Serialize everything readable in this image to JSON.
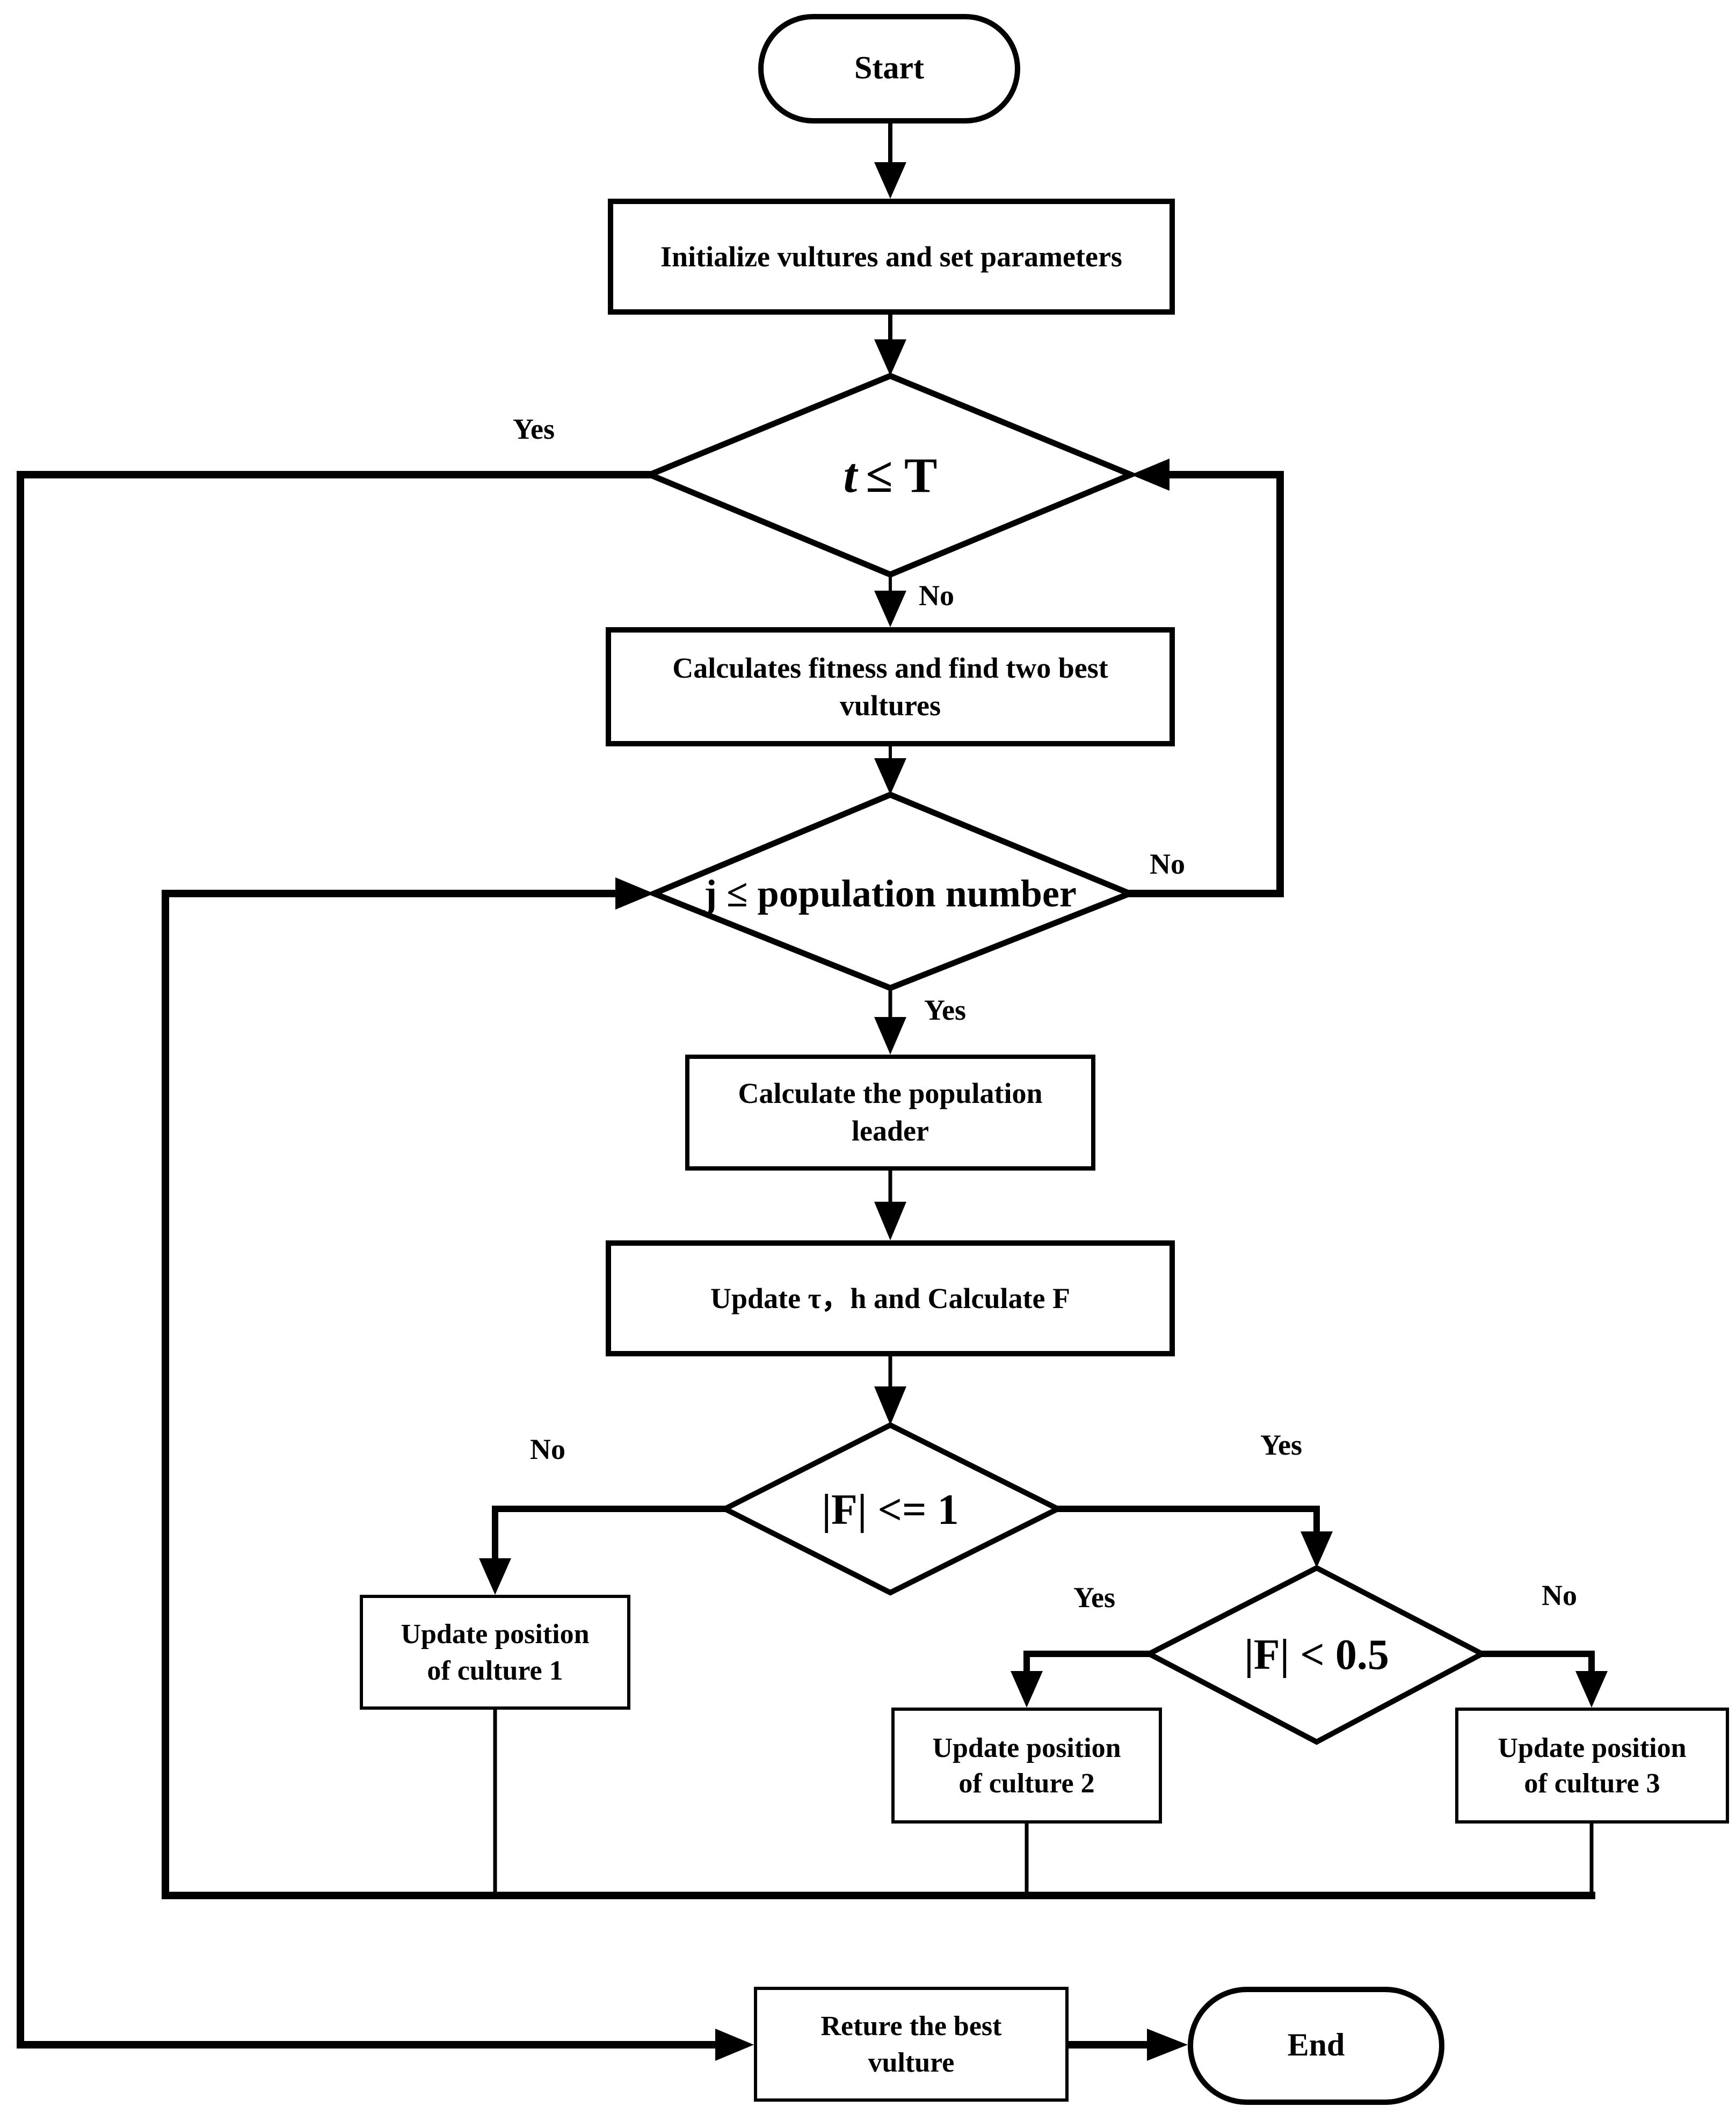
{
  "flowchart": {
    "nodes": {
      "start": {
        "label": "Start"
      },
      "init": {
        "label": "Initialize vultures and set parameters"
      },
      "cond_t": {
        "var": "t",
        "rest": "≤ T"
      },
      "fitness": {
        "line1": "Calculates fitness and find two best",
        "line2": "vultures"
      },
      "cond_j": {
        "label": "j ≤ population number"
      },
      "leader": {
        "line1": "Calculate the population",
        "line2": "leader"
      },
      "update_f": {
        "label": "Update τ，h and Calculate F"
      },
      "cond_f1": {
        "label": "|F| <= 1"
      },
      "cond_f2": {
        "label": "|F| < 0.5"
      },
      "culture1": {
        "line1": "Update position",
        "line2": "of culture 1"
      },
      "culture2": {
        "line1": "Update position",
        "line2": "of culture 2"
      },
      "culture3": {
        "line1": "Update position",
        "line2": "of culture 3"
      },
      "return": {
        "line1": "Reture the best",
        "line2": "vulture"
      },
      "end": {
        "label": "End"
      }
    },
    "edge_labels": {
      "t_yes": "Yes",
      "t_no": "No",
      "j_no": "No",
      "j_yes": "Yes",
      "f1_no": "No",
      "f1_yes": "Yes",
      "f2_yes": "Yes",
      "f2_no": "No"
    },
    "colors": {
      "line": "#000000",
      "background": "#ffffff"
    }
  }
}
